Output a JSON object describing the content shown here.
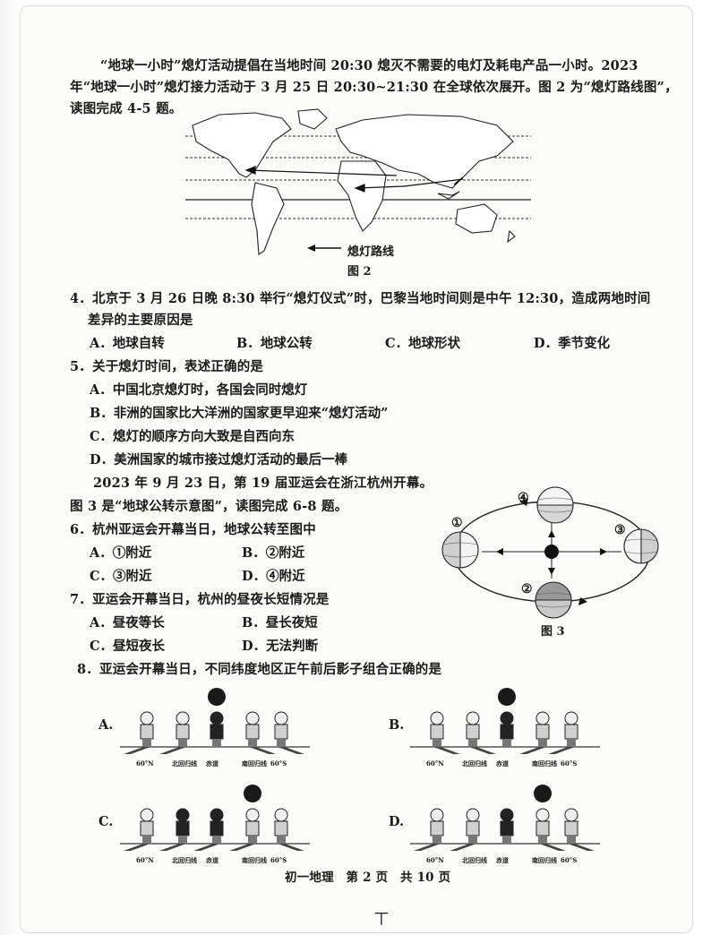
{
  "intro": {
    "line1": "“地球一小时”熄灯活动提倡在当地时间 20:30 熄灭不需要的电灯及耗电产品一小时。2023",
    "line2": "年“地球一小时”熄灯接力活动于 3 月 25 日 20:30~21:30 在全球依次展开。图 2 为“熄灯路线图”，",
    "line3": "读图完成 4-5 题。"
  },
  "fig2": {
    "legend": "熄灯路线",
    "caption": "图 2"
  },
  "q4": {
    "line1": "4．北京于 3 月 26 日晚 8:30 举行“熄灯仪式”时，巴黎当地时间则是中午 12:30，造成两地时间",
    "line2": "差异的主要原因是",
    "options": [
      "A．地球自转",
      "B．地球公转",
      "C．地球形状",
      "D．季节变化"
    ]
  },
  "q5": {
    "stem": "5．关于熄灯时间，表述正确的是",
    "options": [
      "A．中国北京熄灯时，各国会同时熄灯",
      "B．非洲的国家比大洋洲的国家更早迎来“熄灯活动”",
      "C．熄灯的顺序方向大致是自西向东",
      "D．美洲国家的城市接过熄灯活动的最后一棒"
    ]
  },
  "intro2": {
    "line1": "2023 年 9 月 23 日，第 19 届亚运会在浙江杭州开幕。",
    "line2": "图 3 是“地球公转示意图”，读图完成 6-8 题。"
  },
  "q6": {
    "stem": "6．杭州亚运会开幕当日，地球公转至图中",
    "options": [
      "A．①附近",
      "B．②附近",
      "C．③附近",
      "D．④附近"
    ]
  },
  "q7": {
    "stem": "7．亚运会开幕当日，杭州的昼夜长短情况是",
    "options": [
      "A．昼夜等长",
      "B．昼长夜短",
      "C．昼短夜长",
      "D．无法判断"
    ]
  },
  "q8": {
    "stem": "8．亚运会开幕当日，不同纬度地区正午前后影子组合正确的是"
  },
  "fig3": {
    "caption": "图 3",
    "labels": [
      "①",
      "②",
      "③",
      "④"
    ]
  },
  "shadow_options": [
    {
      "letter": "A.",
      "labels": [
        "60°N",
        "北回归线",
        "赤道",
        "南回归线",
        "60°S"
      ]
    },
    {
      "letter": "B.",
      "labels": [
        "60°N",
        "北回归线",
        "赤道",
        "南回归线",
        "60°S"
      ]
    },
    {
      "letter": "C.",
      "labels": [
        "60°N",
        "北回归线",
        "赤道",
        "南回归线",
        "60°S"
      ]
    },
    {
      "letter": "D.",
      "labels": [
        "60°N",
        "北回归线",
        "赤道",
        "南回归线",
        "60°S"
      ]
    }
  ],
  "footer": {
    "text": "初一地理　第 2 页　共 10 页",
    "bottom_mark": "丅"
  }
}
